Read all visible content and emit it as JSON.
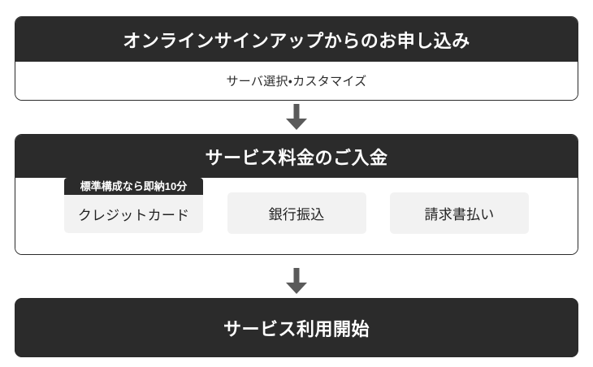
{
  "flow": {
    "theme": {
      "dark": "#2b2b2b",
      "light_box": "#f2f2f2",
      "arrow": "#5a5a5a",
      "page_bg": "#ffffff",
      "canvas_bg": "#f7f7f7"
    },
    "steps": [
      {
        "id": "signup",
        "title": "オンラインサインアップからのお申し込み",
        "subtitle": "サーバ選択・カスタマイズ"
      },
      {
        "id": "payment",
        "title": "サービス料金のご入金",
        "options": [
          {
            "badge": "標準構成なら即納10分",
            "label": "クレジットカード"
          },
          {
            "badge": null,
            "label": "銀行振込"
          },
          {
            "badge": null,
            "label": "請求書払い"
          }
        ]
      },
      {
        "id": "start",
        "title": "サービス利用開始"
      }
    ],
    "connectors": [
      {
        "name": "arrow-down-icon",
        "between": "signup-to-payment"
      },
      {
        "name": "arrow-down-icon",
        "between": "payment-to-start"
      }
    ]
  }
}
